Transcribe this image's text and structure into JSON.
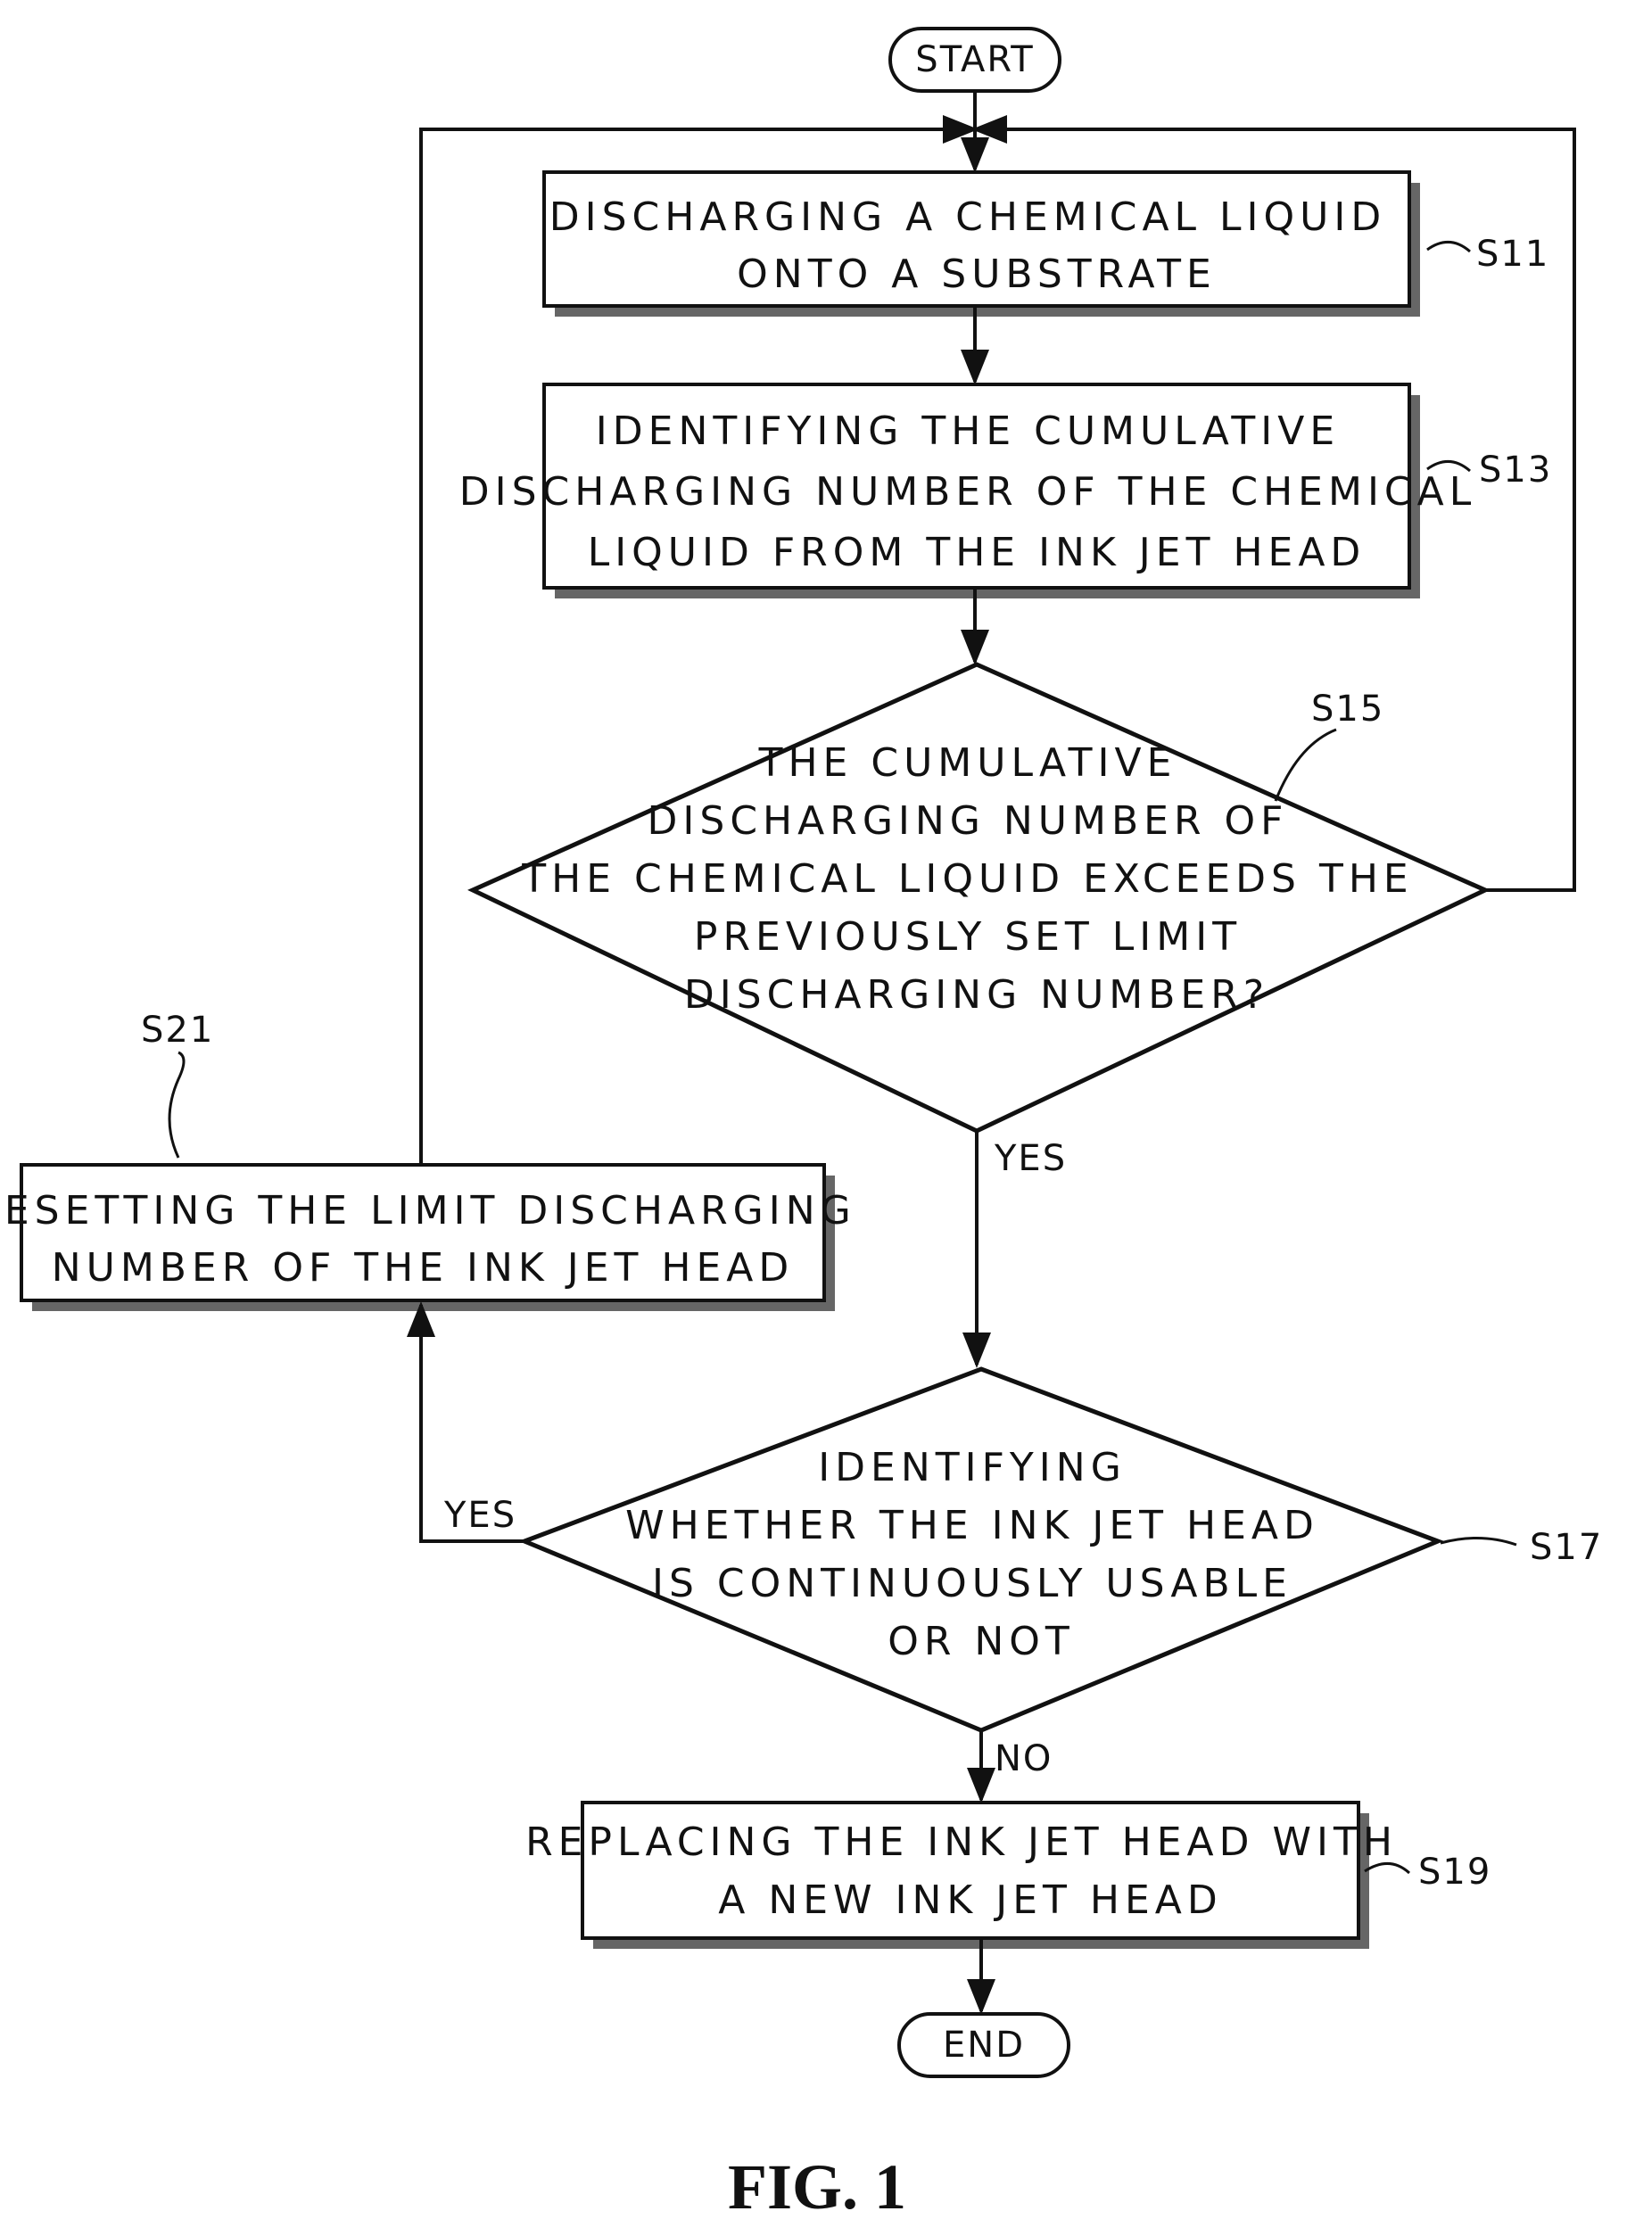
{
  "start_label": "START",
  "end_label": "END",
  "steps": {
    "s11": {
      "id": "S11",
      "lines": [
        "DISCHARGING A CHEMICAL LIQUID",
        "ONTO A SUBSTRATE"
      ]
    },
    "s13": {
      "id": "S13",
      "lines": [
        "IDENTIFYING THE CUMULATIVE",
        "DISCHARGING NUMBER OF THE CHEMICAL",
        "LIQUID FROM THE INK JET HEAD"
      ]
    },
    "s15": {
      "id": "S15",
      "lines": [
        "THE CUMULATIVE",
        "DISCHARGING NUMBER OF",
        "THE CHEMICAL LIQUID EXCEEDS THE",
        "PREVIOUSLY SET LIMIT",
        "DISCHARGING NUMBER?"
      ]
    },
    "s17": {
      "id": "S17",
      "lines": [
        "IDENTIFYING",
        "WHETHER THE INK JET HEAD",
        "IS CONTINUOUSLY USABLE",
        "OR NOT"
      ]
    },
    "s19": {
      "id": "S19",
      "lines": [
        "REPLACING THE INK JET HEAD WITH",
        "A NEW INK JET HEAD"
      ]
    },
    "s21": {
      "id": "S21",
      "lines": [
        "RESETTING THE LIMIT DISCHARGING",
        "NUMBER OF THE INK JET HEAD"
      ]
    }
  },
  "branches": {
    "s15_yes": "YES",
    "s17_yes": "YES",
    "s17_no": "NO"
  },
  "figure_caption": "FIG. 1"
}
